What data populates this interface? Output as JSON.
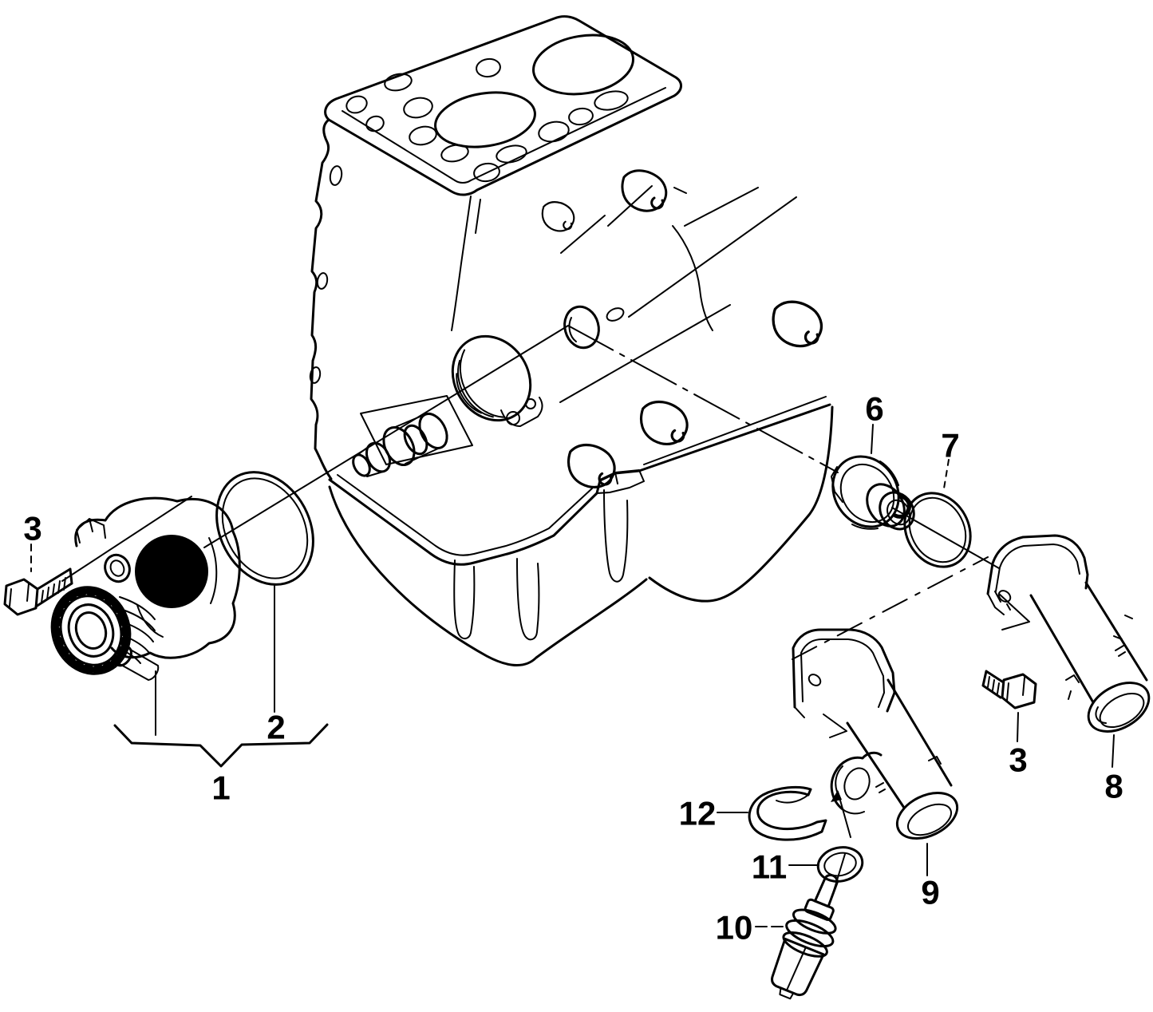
{
  "colors": {
    "ink": "#000000",
    "paper": "#ffffff"
  },
  "diagram": {
    "callouts": [
      {
        "label": "3"
      },
      {
        "label": "1"
      },
      {
        "label": "2"
      },
      {
        "label": "6"
      },
      {
        "label": "7"
      },
      {
        "label": "3"
      },
      {
        "label": "8"
      },
      {
        "label": "12"
      },
      {
        "label": "11"
      },
      {
        "label": "9"
      },
      {
        "label": "10"
      }
    ]
  }
}
